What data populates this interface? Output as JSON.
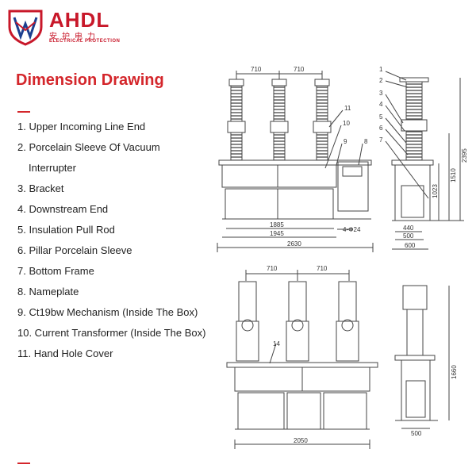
{
  "brand": {
    "name": "AHDL",
    "chinese": "安护电力",
    "subtitle": "ELECTRICAL PROTECTION"
  },
  "page_title": "Dimension Drawing",
  "parts": [
    "1. Upper Incoming Line End",
    "2. Porcelain Sleeve Of Vacuum",
    "Interrupter",
    "3. Bracket",
    "4. Downstream End",
    "5. Insulation Pull Rod",
    "6. Pillar Porcelain Sleeve",
    "7. Bottom Frame",
    "8. Nameplate",
    "9. Ct19bw Mechanism (Inside The Box)",
    "10. Current Transformer (Inside The Box)",
    "11. Hand Hole Cover"
  ],
  "front_view": {
    "dims": [
      "710",
      "710",
      "1885",
      "1945",
      "2630",
      "4-Φ24"
    ],
    "callouts": [
      "11",
      "10",
      "9",
      "8"
    ]
  },
  "side_view": {
    "dims": [
      "2395",
      "1510",
      "1023",
      "440",
      "500",
      "600"
    ],
    "callouts": [
      "1",
      "2",
      "3",
      "4",
      "5",
      "6",
      "7"
    ]
  },
  "front_view_lower": {
    "dims": [
      "710",
      "710",
      "2050"
    ],
    "callouts": [
      "14"
    ]
  },
  "side_view_lower": {
    "dims": [
      "1660",
      "500"
    ]
  },
  "colors": {
    "brand_red": "#c8182a",
    "title_red": "#d4262b",
    "line": "#444444"
  }
}
